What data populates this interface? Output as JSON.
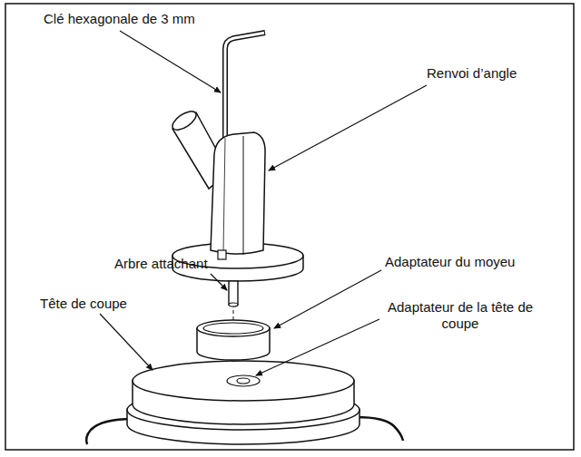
{
  "diagram": {
    "labels": [
      "Clé hexagonale de 3 mm",
      "Renvoi d’angle",
      "Arbre attachant",
      "Adaptateur du moyeu",
      "Adaptateur de la tête de coupe",
      "Tête de coupe"
    ]
  }
}
